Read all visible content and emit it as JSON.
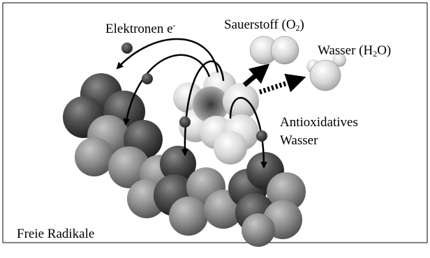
{
  "labels": {
    "electrons": {
      "text": "Elektronen e",
      "sup": "-"
    },
    "oxygen": {
      "pre": "Sauerstoff (O",
      "sub": "2",
      "post": ")"
    },
    "water": {
      "pre": "Wasser (H",
      "sub": "2",
      "post": "O)"
    },
    "antioxidative_line1": "Antioxidatives",
    "antioxidative_line2": "Wasser",
    "free_radicals": "Freie Radikale"
  }
}
